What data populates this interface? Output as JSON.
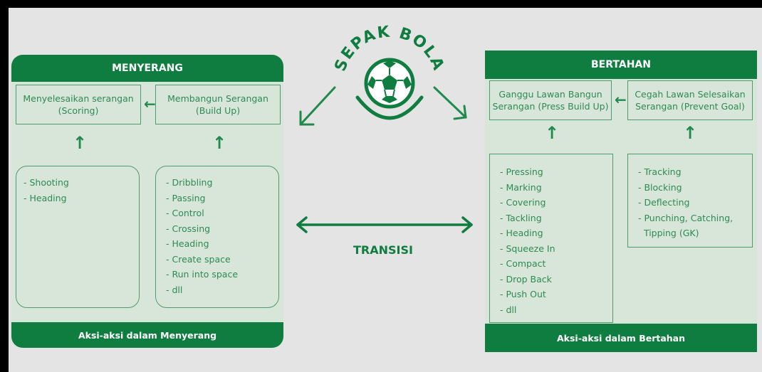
{
  "center": {
    "title": "SEPAK BOLA",
    "transition_label": "TRANSISI"
  },
  "attack": {
    "header": "MENYERANG",
    "footer": "Aksi-aksi dalam Menyerang",
    "goal_box": {
      "line1": "Menyelesaikan serangan",
      "line2": "(Scoring)"
    },
    "build_box": {
      "line1": "Membangun Serangan",
      "line2": "(Build Up)"
    },
    "goal_actions": [
      "- Shooting",
      "- Heading"
    ],
    "build_actions": [
      "- Dribbling",
      "- Passing",
      "- Control",
      "- Crossing",
      "- Heading",
      "- Create space",
      "- Run into space",
      "- dll"
    ]
  },
  "defense": {
    "header": "BERTAHAN",
    "footer": "Aksi-aksi dalam Bertahan",
    "press_box": {
      "line1": "Ganggu Lawan Bangun",
      "line2": "Serangan (Press Build Up)"
    },
    "prevent_box": {
      "line1": "Cegah Lawan Selesaikan",
      "line2": "Serangan (Prevent Goal)"
    },
    "press_actions": [
      "- Pressing",
      "- Marking",
      "- Covering",
      "- Tackling",
      "- Heading",
      "- Squeeze In",
      "- Compact",
      "- Drop Back",
      "- Push Out",
      "- dll"
    ],
    "prevent_actions": [
      "- Tracking",
      "- Blocking",
      "- Deflecting",
      "- Punching, Catching,",
      "  Tipping (GK)"
    ]
  },
  "colors": {
    "primary_green": "#0f7d3f",
    "panel_bg": "#d8e6da",
    "text_green": "#2d8a52"
  }
}
